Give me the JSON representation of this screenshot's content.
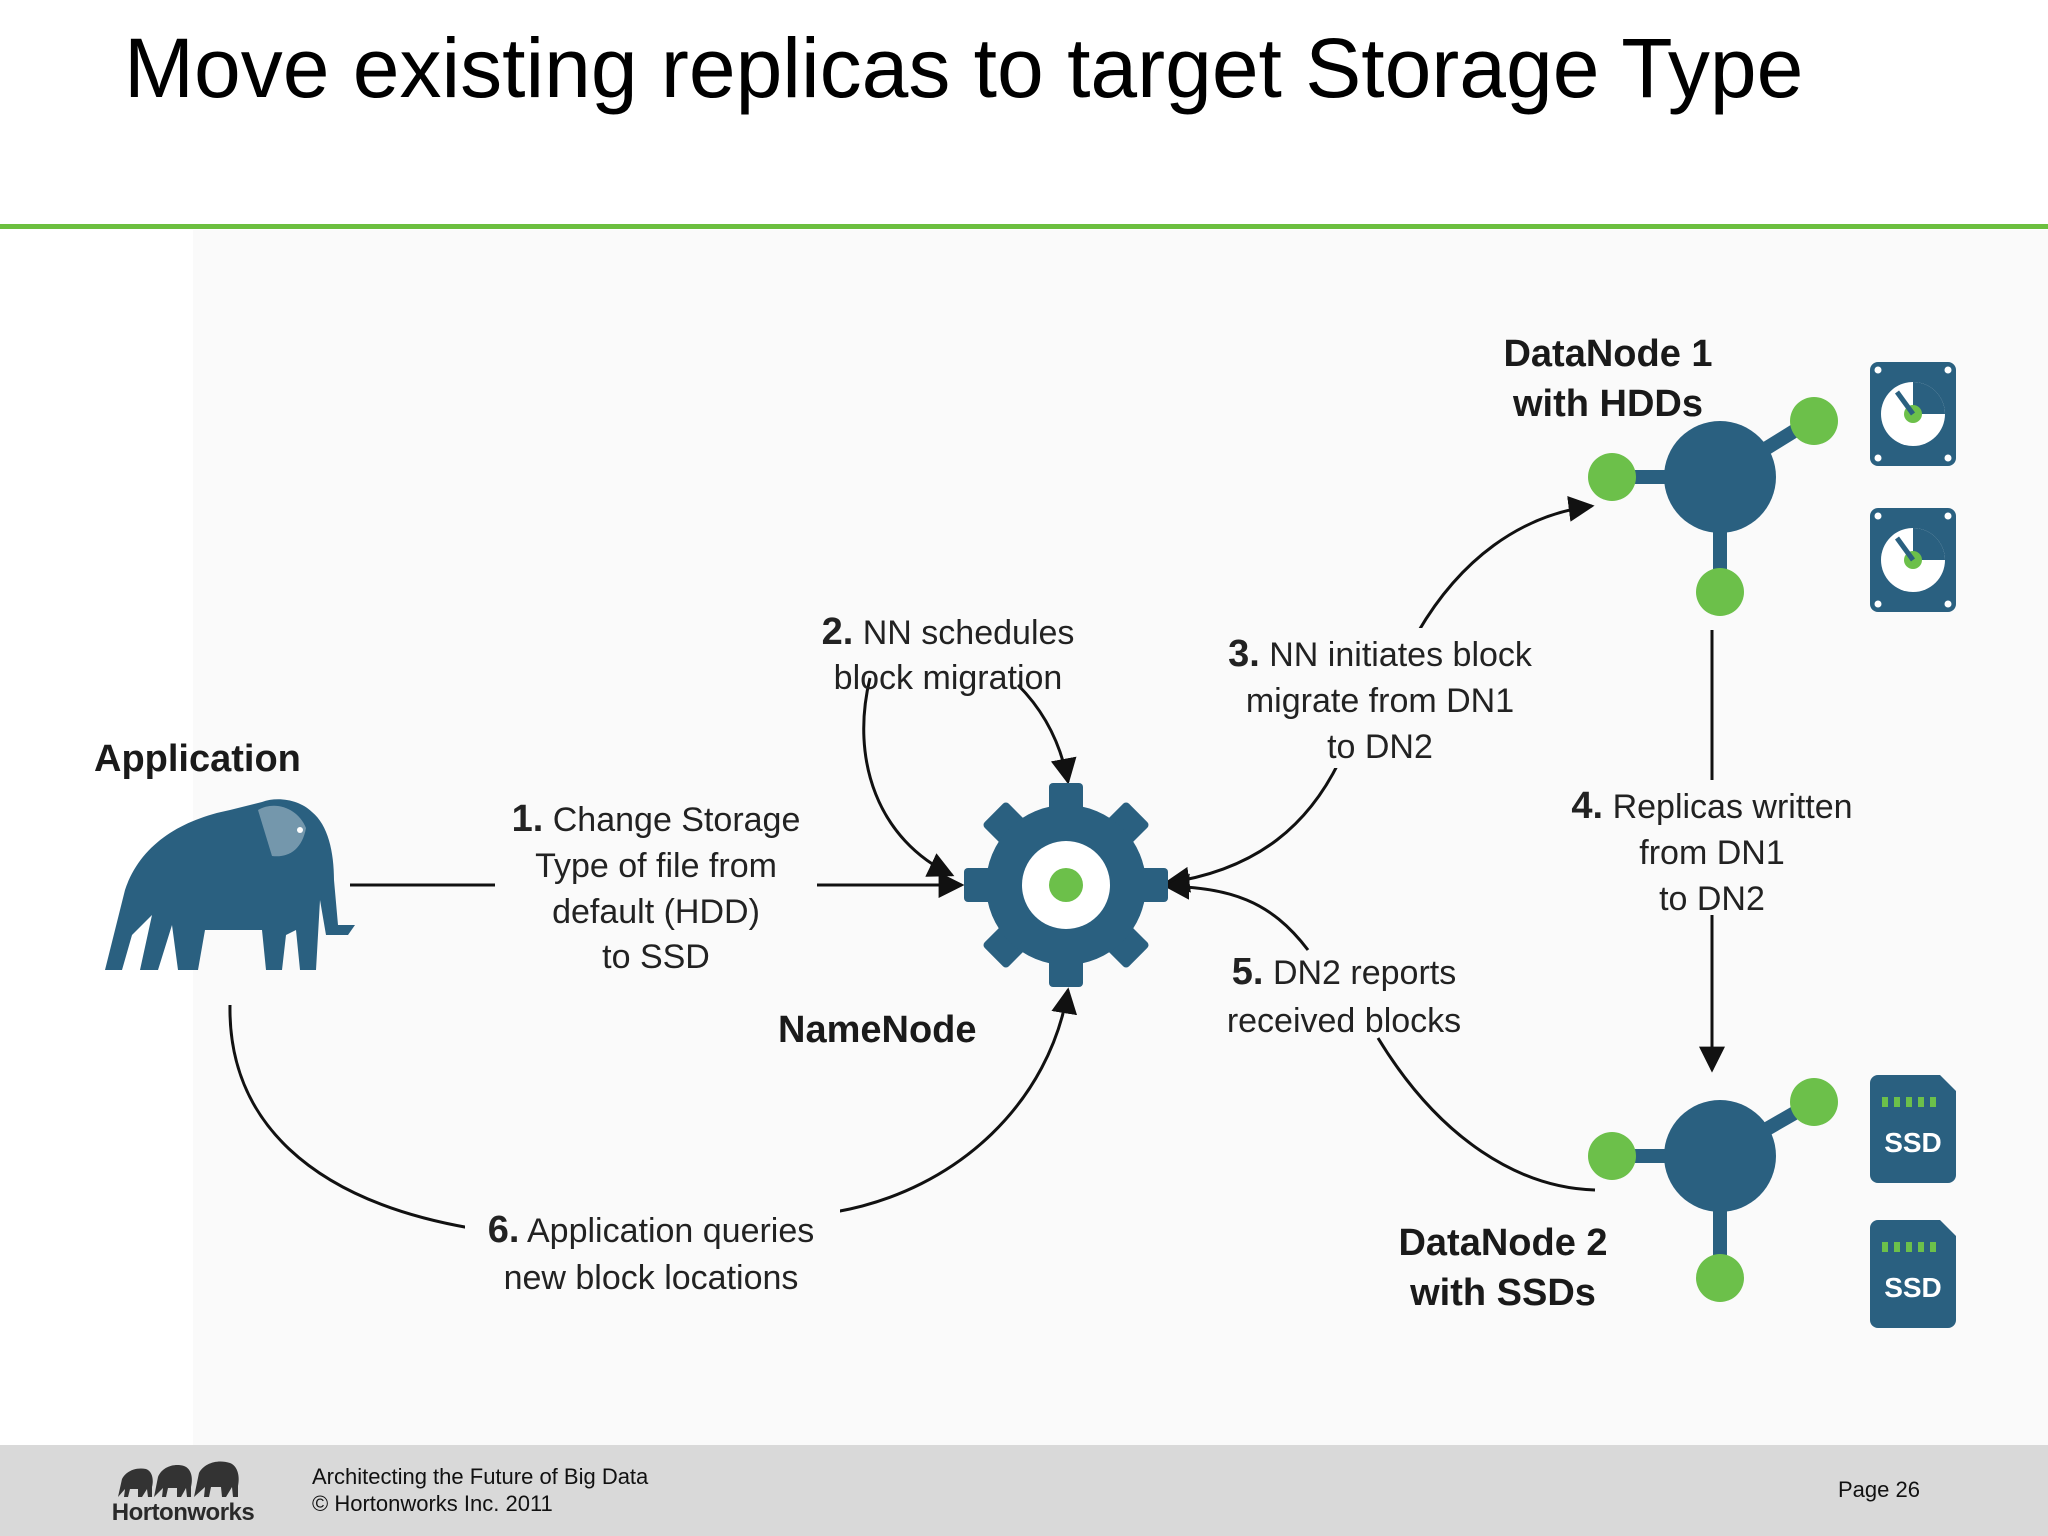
{
  "slide": {
    "title": "Move existing replicas to target Storage Type"
  },
  "diagram": {
    "nodes": {
      "application": "Application",
      "namenode": "NameNode",
      "datanode1_line1": "DataNode 1",
      "datanode1_line2": "with HDDs",
      "datanode2_line1": "DataNode 2",
      "datanode2_line2": "with SSDs"
    },
    "ssd_label": "SSD",
    "steps": [
      {
        "number": "1.",
        "lines": [
          "Change Storage",
          "Type of file from",
          "default (HDD)",
          "to SSD"
        ]
      },
      {
        "number": "2.",
        "lines": [
          "NN schedules",
          "block migration"
        ]
      },
      {
        "number": "3.",
        "lines": [
          "NN initiates block",
          "migrate from DN1",
          "to DN2"
        ]
      },
      {
        "number": "4.",
        "lines": [
          "Replicas written",
          "from DN1",
          "to DN2"
        ]
      },
      {
        "number": "5.",
        "lines": [
          "DN2 reports",
          "received blocks"
        ]
      },
      {
        "number": "6.",
        "lines": [
          "Application queries",
          "new block locations"
        ]
      }
    ],
    "colors": {
      "node_blue": "#2a6080",
      "node_green": "#6cc04a",
      "title_rule": "#6cbf3f"
    },
    "icons": [
      "elephant-icon",
      "gear-icon",
      "hdd-icon",
      "ssd-icon"
    ]
  },
  "footer": {
    "logo_text": "Hortonworks",
    "tagline": "Architecting the Future of Big Data",
    "copyright": "© Hortonworks Inc. 2011",
    "page": "Page 26"
  }
}
